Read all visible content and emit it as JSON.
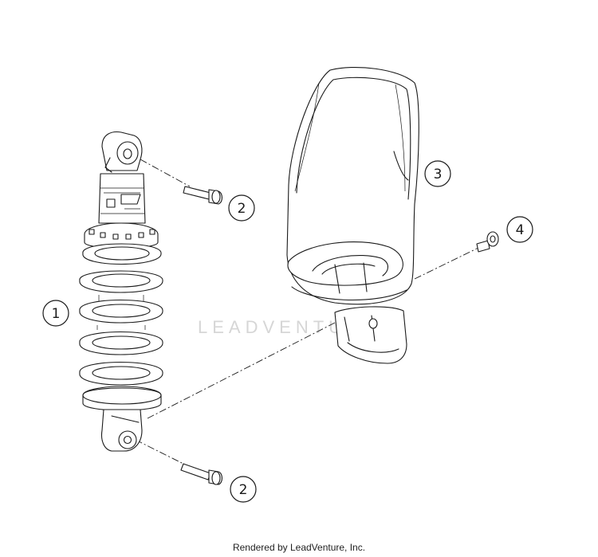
{
  "callouts": [
    {
      "label": "1"
    },
    {
      "label": "2"
    },
    {
      "label": "2"
    },
    {
      "label": "3"
    },
    {
      "label": "4"
    }
  ],
  "watermark": "LEADVENTURE",
  "footer": "Rendered by LeadVenture, Inc."
}
